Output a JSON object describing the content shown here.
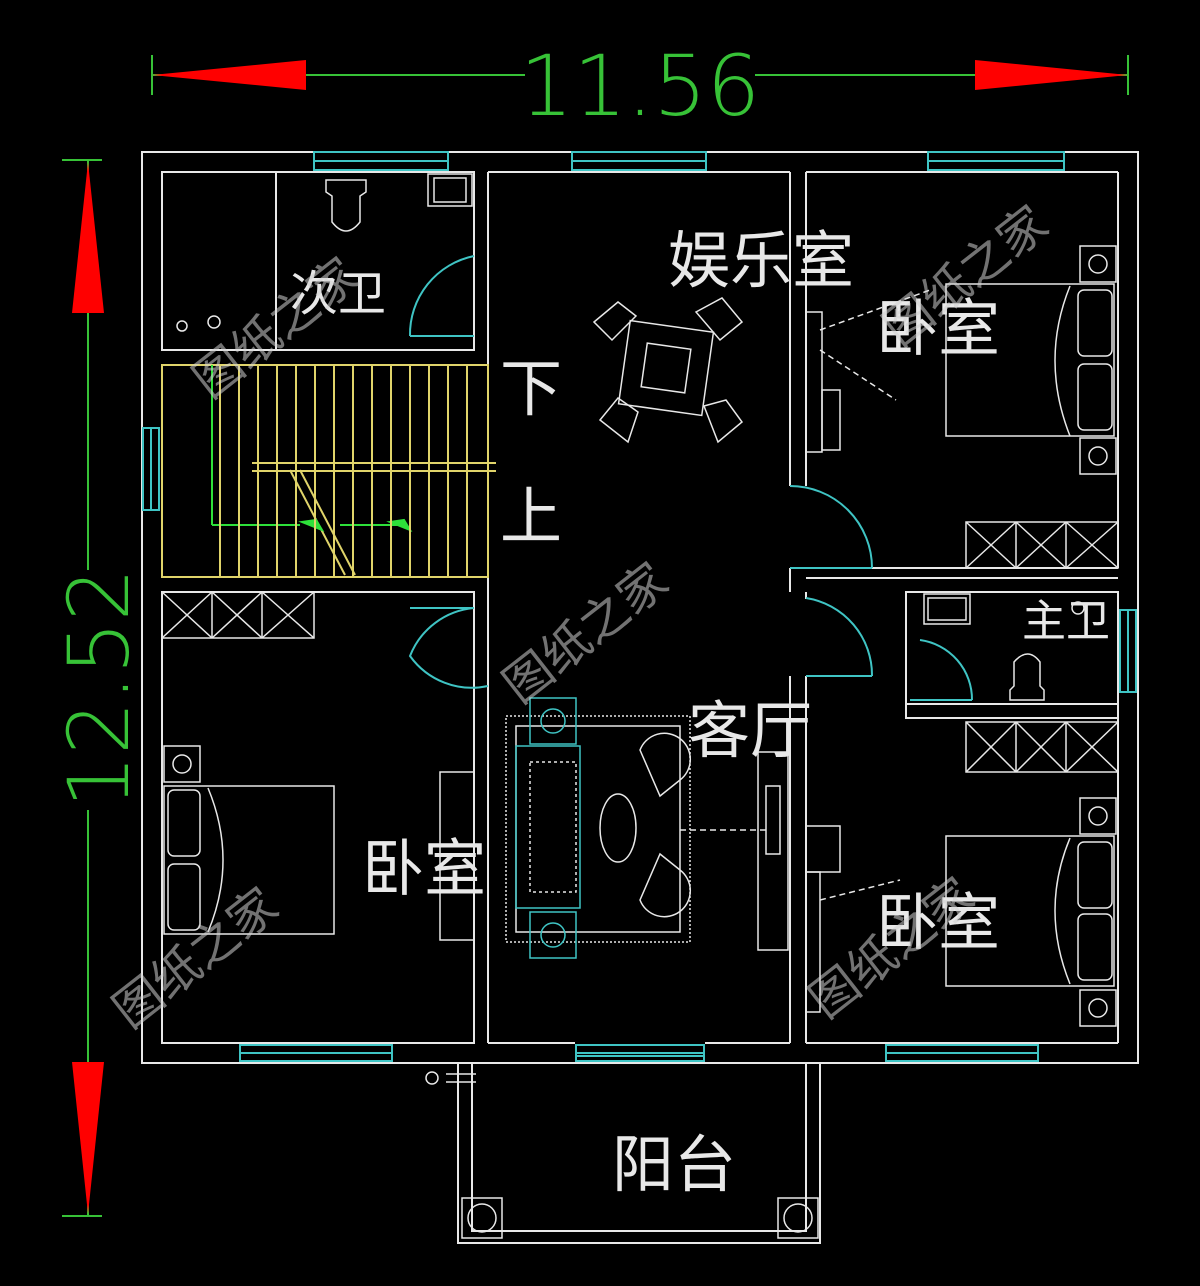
{
  "dimensions": {
    "width_label": "11.56",
    "height_label": "12.52"
  },
  "rooms": {
    "guest_bath": "次卫",
    "entertainment": "娱乐室",
    "stair_down": "下",
    "stair_up": "上",
    "bedroom_top_right": "卧室",
    "master_bath": "主卫",
    "living_room": "客厅",
    "bedroom_left": "卧室",
    "bedroom_bottom_right": "卧室",
    "balcony": "阳台"
  },
  "watermark": "图纸之家",
  "colors": {
    "background": "#000000",
    "wall": "#e8e8e8",
    "window": "#3fc4c4",
    "dimension": "#37c237",
    "arrow": "#ff0000",
    "stair": "#e0d46a",
    "stair_rail": "#2ee03a"
  }
}
